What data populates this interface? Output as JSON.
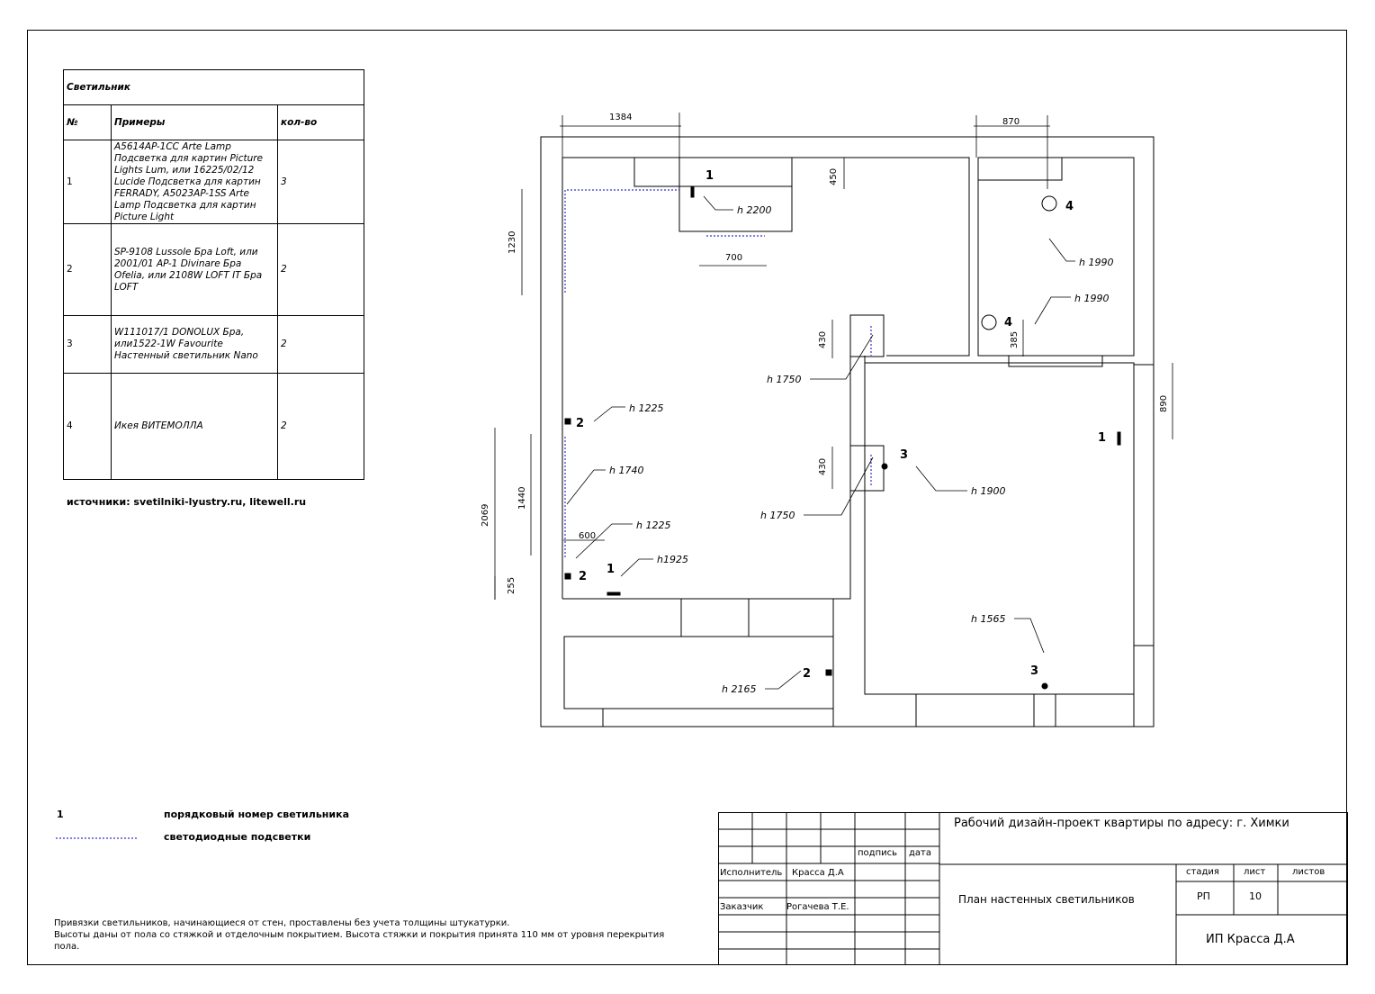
{
  "legend_table": {
    "title": "Светильник",
    "col_num": "№",
    "col_examples": "Примеры",
    "col_qty": "кол-во",
    "rows": [
      {
        "num": "1",
        "text": "A5614AP-1CC Arte Lamp Подсветка для картин Picture Lights Lum, или 16225/02/12 Lucide Подсветка для картин FERRADY, A5023AP-1SS Arte Lamp Подсветка для картин Picture Light",
        "qty": "3"
      },
      {
        "num": "2",
        "text": "SP-9108 Lussole Бра Loft, или 2001/01 AP-1 Divinare Бра Ofelia, или 2108W LOFT IT Бра LOFT",
        "qty": "2"
      },
      {
        "num": "3",
        "text": "W111017/1 DONOLUX Бра, или1522-1W Favourite Настенный светильник Nano",
        "qty": "2"
      },
      {
        "num": "4",
        "text": "Икея ВИТЕМОЛЛА",
        "qty": "2"
      }
    ]
  },
  "sources": "источники: svetilniki-lyustry.ru, litewell.ru",
  "legend": {
    "num_symbol": "1",
    "num_label": "порядковый номер светильника",
    "led_label": "светодиодные подсветки",
    "led_color": "#3333cc"
  },
  "notes": [
    "Привязки светильников, начинающиеся от стен, проставлены без учета толщины штукатурки.",
    "Высоты даны от пола со стяжкой и отделочным покрытием. Высота стяжки и покрытия принята 110 мм от уровня перекрытия пола."
  ],
  "plan": {
    "dims": [
      "1384",
      "870",
      "450",
      "700",
      "1230",
      "430",
      "385",
      "890",
      "430",
      "2069",
      "1440",
      "600",
      "255"
    ],
    "heights": [
      "h 2200",
      "h 1990",
      "h 1990",
      "h 1750",
      "h 1225",
      "h 1740",
      "h 1750",
      "h 1900",
      "h 1225",
      "h1925",
      "h 1565",
      "h 2165"
    ],
    "markers": [
      "1",
      "4",
      "4",
      "2",
      "1",
      "3",
      "2",
      "1",
      "3",
      "2"
    ]
  },
  "stamp": {
    "project": "Рабочий дизайн-проект квартиры по адресу: г. Химки",
    "signature": "подпись",
    "date": "дата",
    "executor_role": "Исполнитель",
    "executor_name": "Красса Д.А",
    "customer_role": "Заказчик",
    "customer_name": "Рогачева Т.Е.",
    "sheet_title": "План настенных светильников",
    "stage_label": "стадия",
    "sheet_label": "лист",
    "sheets_label": "листов",
    "stage": "РП",
    "sheet": "10",
    "company": "ИП Красса Д.А"
  }
}
